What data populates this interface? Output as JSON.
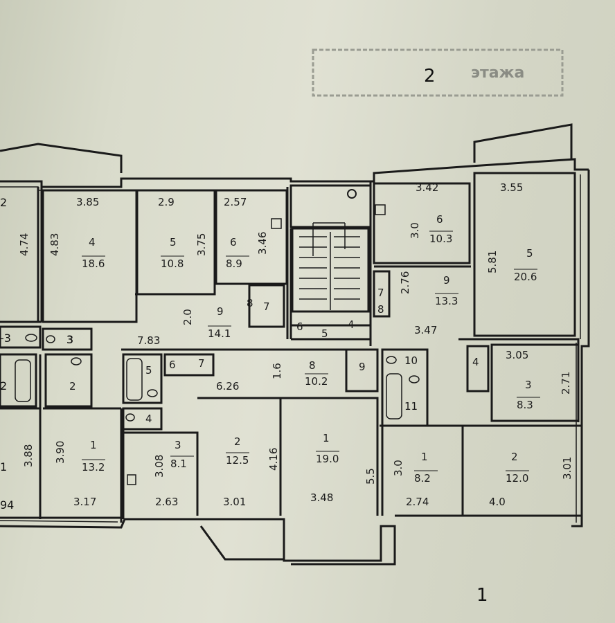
{
  "stamp": {
    "floor_number": "2",
    "faded_word": "этажа"
  },
  "bottom_mark": "1",
  "rooms": [
    {
      "id": "left-edge-a",
      "num": "",
      "area": "",
      "dims": [
        "4.74"
      ]
    },
    {
      "id": "left-a-4",
      "num": "4",
      "area": "18.6",
      "dims": [
        "3.85",
        "4.83"
      ]
    },
    {
      "id": "left-a-5",
      "num": "5",
      "area": "10.8",
      "dims": [
        "2.9",
        "3.75"
      ]
    },
    {
      "id": "left-a-6",
      "num": "6",
      "area": "8.9",
      "dims": [
        "2.57",
        "3.46"
      ]
    },
    {
      "id": "left-a-7",
      "num": "7",
      "area": "",
      "dims": []
    },
    {
      "id": "left-a-8",
      "num": "8",
      "area": "",
      "dims": []
    },
    {
      "id": "left-a-9",
      "num": "9",
      "area": "14.1",
      "dims": [
        "7.83",
        "2.0"
      ]
    },
    {
      "id": "left-a-3",
      "num": "3",
      "area": "",
      "dims": []
    },
    {
      "id": "left-a-2",
      "num": "2",
      "area": "",
      "dims": []
    },
    {
      "id": "left-a-1",
      "num": "1",
      "area": "13.2",
      "dims": [
        "3.90",
        "3.17"
      ]
    },
    {
      "id": "left-edge-b",
      "num": "",
      "area": "",
      "dims": [
        "3.88"
      ]
    },
    {
      "id": "mid-5",
      "num": "5",
      "area": "",
      "dims": []
    },
    {
      "id": "mid-6",
      "num": "6",
      "area": "",
      "dims": []
    },
    {
      "id": "mid-7",
      "num": "7",
      "area": "",
      "dims": []
    },
    {
      "id": "mid-8",
      "num": "8",
      "area": "10.2",
      "dims": [
        "6.26",
        "1.6"
      ]
    },
    {
      "id": "mid-9",
      "num": "9",
      "area": "",
      "dims": []
    },
    {
      "id": "mid-4",
      "num": "4",
      "area": "",
      "dims": []
    },
    {
      "id": "mid-3",
      "num": "3",
      "area": "8.1",
      "dims": [
        "3.08",
        "2.63"
      ]
    },
    {
      "id": "mid-2",
      "num": "2",
      "area": "12.5",
      "dims": [
        "4.16",
        "3.01"
      ]
    },
    {
      "id": "mid-1",
      "num": "1",
      "area": "19.0",
      "dims": [
        "5.5",
        "3.48"
      ]
    },
    {
      "id": "stair-6",
      "num": "6",
      "area": "",
      "dims": []
    },
    {
      "id": "stair-5",
      "num": "5",
      "area": "",
      "dims": []
    },
    {
      "id": "stair-4",
      "num": "4",
      "area": "",
      "dims": []
    },
    {
      "id": "right-6",
      "num": "6",
      "area": "10.3",
      "dims": [
        "3.42",
        "3.0"
      ]
    },
    {
      "id": "right-5",
      "num": "5",
      "area": "20.6",
      "dims": [
        "3.55",
        "5.81"
      ]
    },
    {
      "id": "right-7",
      "num": "7",
      "area": "",
      "dims": []
    },
    {
      "id": "right-8",
      "num": "8",
      "area": "",
      "dims": []
    },
    {
      "id": "right-9",
      "num": "9",
      "area": "13.3",
      "dims": [
        "2.76",
        "3.47"
      ]
    },
    {
      "id": "right-10",
      "num": "10",
      "area": "",
      "dims": []
    },
    {
      "id": "right-11",
      "num": "11",
      "area": "",
      "dims": []
    },
    {
      "id": "right-4",
      "num": "4",
      "area": "",
      "dims": []
    },
    {
      "id": "right-3",
      "num": "3",
      "area": "8.3",
      "dims": [
        "3.05",
        "2.71"
      ]
    },
    {
      "id": "right-1",
      "num": "1",
      "area": "8.2",
      "dims": [
        "3.0",
        "2.74"
      ]
    },
    {
      "id": "right-2",
      "num": "2",
      "area": "12.0",
      "dims": [
        "3.01",
        "4.0"
      ]
    }
  ],
  "edge_labels": [
    "2",
    "-3",
    "3",
    "2",
    "1",
    "94"
  ]
}
